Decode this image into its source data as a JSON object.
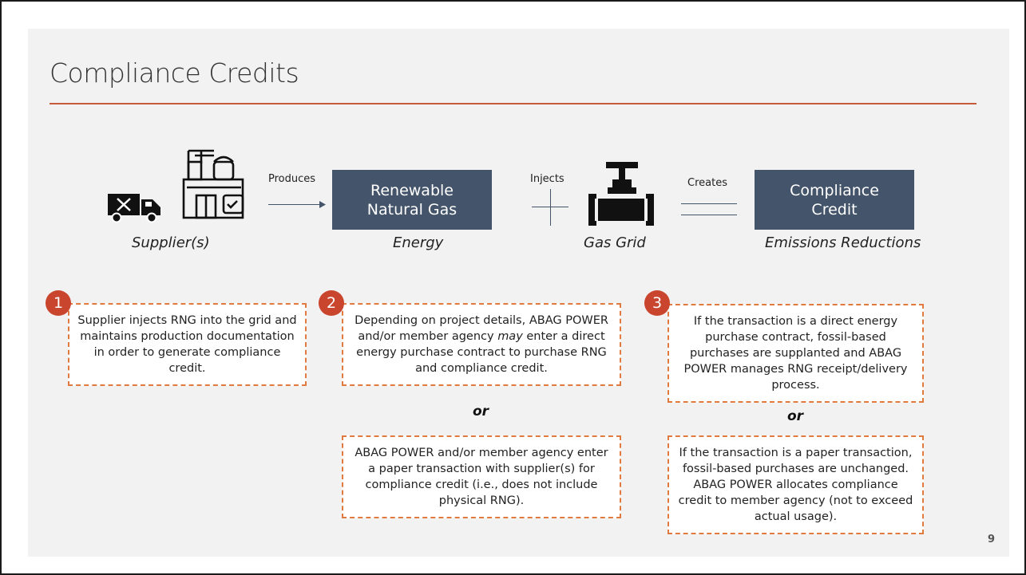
{
  "title": "Compliance Credits",
  "flow": {
    "produces_label": "Produces",
    "injects_label": "Injects",
    "creates_label": "Creates",
    "rng_box": "Renewable Natural Gas",
    "credit_box": "Compliance Credit",
    "supplier_caption": "Supplier(s)",
    "energy_caption": "Energy",
    "grid_caption": "Gas Grid",
    "emissions_caption": "Emissions Reductions"
  },
  "steps": {
    "one": "1",
    "two": "2",
    "three": "3",
    "box1": "Supplier injects RNG into the grid and maintains production documentation in order to generate compliance credit.",
    "box2_pre": "Depending on project details, ABAG POWER and/or member agency ",
    "box2_em": "may",
    "box2_post": " enter a direct energy purchase contract to purchase RNG and compliance credit.",
    "box2b": "ABAG POWER and/or member agency enter a paper transaction with supplier(s) for compliance credit (i.e., does not include physical RNG).",
    "box3": "If the transaction is a direct energy purchase contract, fossil-based purchases are supplanted and ABAG POWER manages RNG receipt/delivery process.",
    "box3b": "If the transaction is a paper transaction, fossil-based purchases are unchanged. ABAG POWER allocates compliance credit to member agency (not to exceed actual usage).",
    "or": "or"
  },
  "page_number": "9",
  "icons": [
    "delivery-truck-icon",
    "factory-plant-icon",
    "pipeline-valve-icon"
  ],
  "colors": {
    "accent": "#c55a3a",
    "box": "#44546a",
    "step": "#c9452d",
    "dashed": "#e07a3e"
  }
}
